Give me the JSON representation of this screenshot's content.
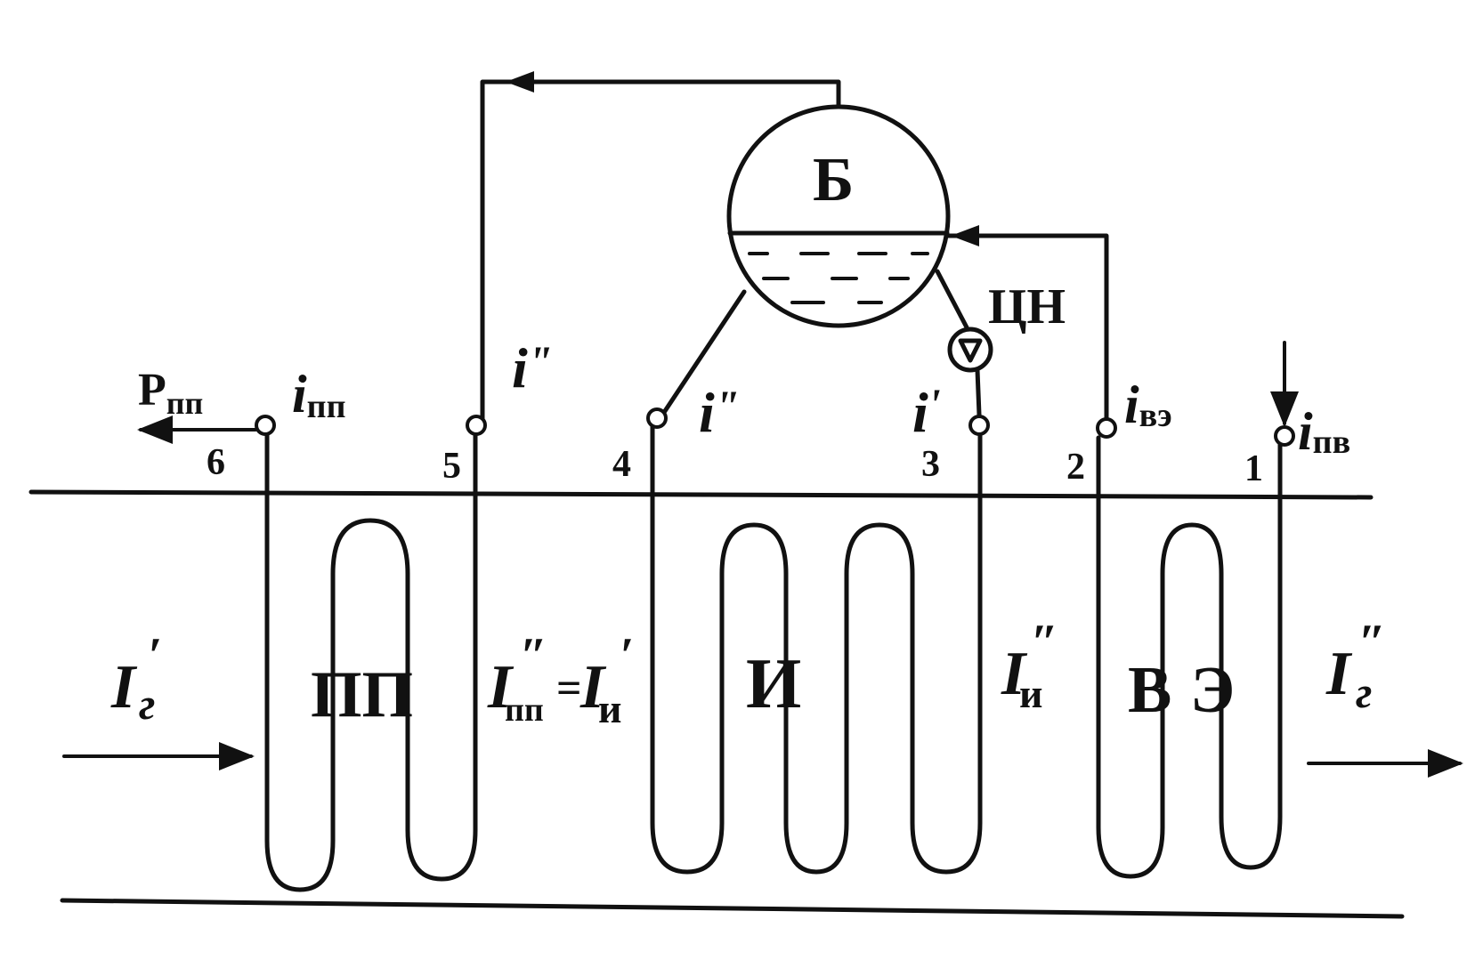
{
  "sections": {
    "superheater": "ПП",
    "evaporator": "И",
    "economizer_left": "В",
    "economizer_right": "Э"
  },
  "drum": {
    "label": "Б"
  },
  "pump": {
    "label": "ЦН"
  },
  "points": [
    "6",
    "5",
    "4",
    "3",
    "2",
    "1"
  ],
  "outlet_pressure": {
    "main": "P",
    "sub": "пп"
  },
  "enthalpy": {
    "i_pp": {
      "main": "i",
      "sub": "пп"
    },
    "i_dd_5": {
      "main": "i",
      "sup": "\""
    },
    "i_dd_4": {
      "main": "i",
      "sup": "\""
    },
    "i_d_3": {
      "main": "i",
      "sup": "'"
    },
    "i_ve": {
      "main": "i",
      "sub": "вэ"
    },
    "i_pv": {
      "main": "i",
      "sub": "пв"
    }
  },
  "gas": {
    "inlet": {
      "main": "I",
      "sub": "г",
      "sup": "′"
    },
    "pp_out": {
      "main": "I",
      "sub": "пп",
      "sup": "″"
    },
    "equals": "=",
    "ev_in": {
      "main": "I",
      "sub": "и",
      "sup": "′"
    },
    "ev_out": {
      "main": "I",
      "sub": "и",
      "sup": "″"
    },
    "outlet": {
      "main": "I",
      "sub": "г",
      "sup": "″"
    }
  }
}
